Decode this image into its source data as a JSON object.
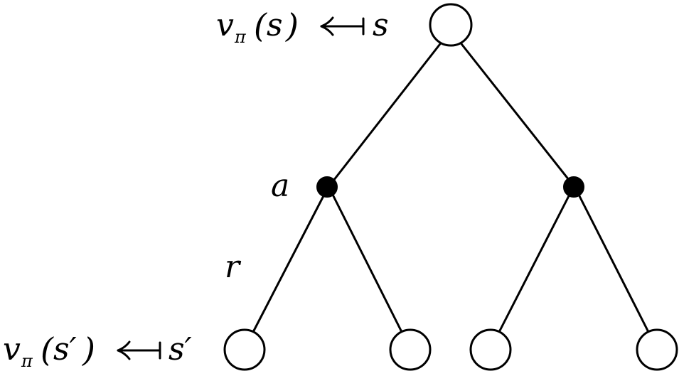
{
  "labels": {
    "top_value": "v",
    "top_sub": "π",
    "top_open": "(",
    "top_arg": "s",
    "top_close": ")",
    "top_state": "s",
    "bottom_value": "v",
    "bottom_sub": "π",
    "bottom_open": "(",
    "bottom_arg": "s′",
    "bottom_close": ")",
    "bottom_state": "s′",
    "action": "a",
    "reward": "r"
  },
  "colors": {
    "line": "#000000",
    "state_fill": "#ffffff",
    "action_fill": "#000000"
  }
}
